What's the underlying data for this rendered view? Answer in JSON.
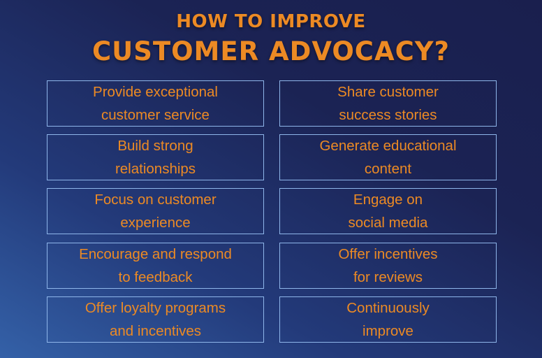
{
  "header": {
    "line1": "HOW TO IMPROVE",
    "line2": "CUSTOMER ADVOCACY?"
  },
  "colors": {
    "accent": "#ec8a24",
    "border": "#8fb6ea",
    "bg_dark": "#1a1f4e",
    "bg_light": "#3461a8"
  },
  "left_column": [
    {
      "line1": "Provide exceptional",
      "line2": "customer service"
    },
    {
      "line1": "Build strong",
      "line2": "relationships"
    },
    {
      "line1": "Focus on customer",
      "line2": "experience"
    },
    {
      "line1": "Encourage and respond",
      "line2": "to feedback"
    },
    {
      "line1": "Offer loyalty programs",
      "line2": "and incentives"
    }
  ],
  "right_column": [
    {
      "line1": "Share customer",
      "line2": "success stories"
    },
    {
      "line1": "Generate educational",
      "line2": "content"
    },
    {
      "line1": "Engage on",
      "line2": "social media"
    },
    {
      "line1": "Offer incentives",
      "line2": "for reviews"
    },
    {
      "line1": "Continuously",
      "line2": "improve"
    }
  ]
}
